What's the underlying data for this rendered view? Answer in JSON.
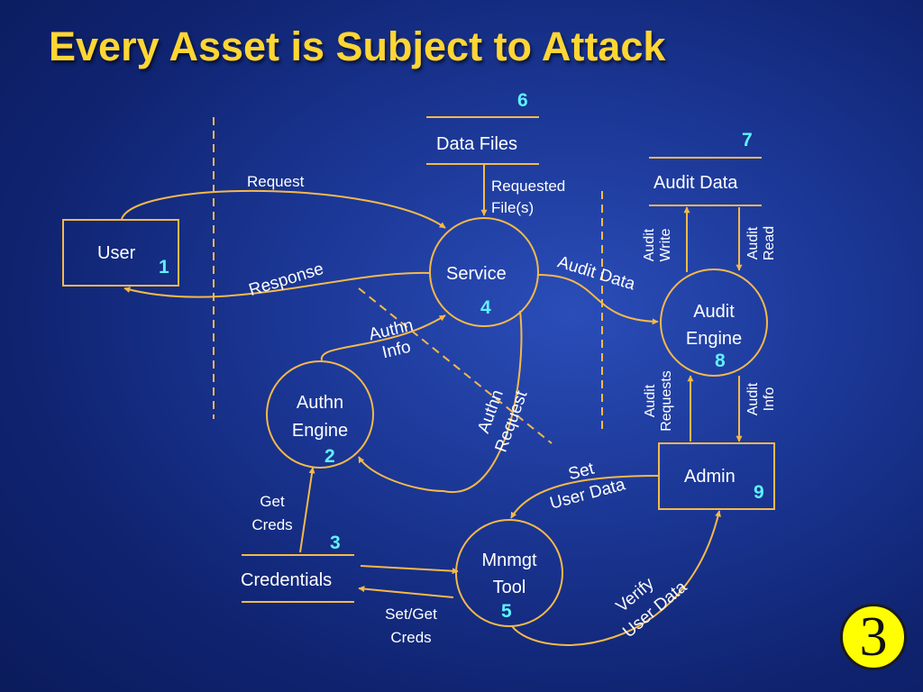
{
  "title": "Every Asset is Subject to Attack",
  "accent_colors": {
    "title": "#ffd633",
    "lines": "#f5b94a",
    "numbers": "#5ff2ff",
    "badge": "#ffff00"
  },
  "nodes": {
    "user": {
      "label": "User",
      "number": "1"
    },
    "authn_engine": {
      "line1": "Authn",
      "line2": "Engine",
      "number": "2"
    },
    "credentials": {
      "label": "Credentials",
      "number": "3"
    },
    "service": {
      "label": "Service",
      "number": "4"
    },
    "mnmgt_tool": {
      "line1": "Mnmgt",
      "line2": "Tool",
      "number": "5"
    },
    "data_files": {
      "label": "Data Files",
      "number": "6"
    },
    "audit_data": {
      "label": "Audit Data",
      "number": "7"
    },
    "audit_engine": {
      "line1": "Audit",
      "line2": "Engine",
      "number": "8"
    },
    "admin": {
      "label": "Admin",
      "number": "9"
    }
  },
  "flows": {
    "request": "Request",
    "response": "Response",
    "requested_files": {
      "line1": "Requested",
      "line2": "File(s)"
    },
    "audit_data": "Audit Data",
    "authn_info": {
      "line1": "Authn",
      "line2": "Info"
    },
    "authn_request": {
      "line1": "Authn",
      "line2": "Request"
    },
    "get_creds": {
      "line1": "Get",
      "line2": "Creds"
    },
    "set_get_creds": {
      "line1": "Set/Get",
      "line2": "Creds"
    },
    "set_user_data": {
      "line1": "Set",
      "line2": "User Data"
    },
    "verify_user_data": {
      "line1": "Verify",
      "line2": "User Data"
    },
    "audit_write": {
      "line1": "Audit",
      "line2": "Write"
    },
    "audit_read": {
      "line1": "Audit",
      "line2": "Read"
    },
    "audit_requests": {
      "line1": "Audit",
      "line2": "Requests"
    },
    "audit_info": {
      "line1": "Audit",
      "line2": "Info"
    }
  },
  "badge": "3"
}
